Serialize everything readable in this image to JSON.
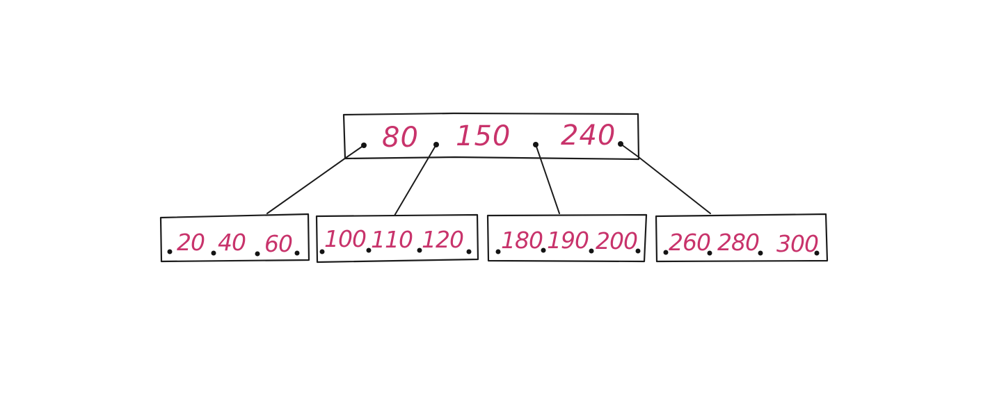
{
  "colors": {
    "key_ink": "#c8336b",
    "line_ink": "#1b1b1b"
  },
  "tree": {
    "root": {
      "keys": [
        "80",
        "150",
        "240"
      ]
    },
    "leaves": [
      {
        "keys": [
          "20",
          "40",
          "60"
        ]
      },
      {
        "keys": [
          "100",
          "110",
          "120"
        ]
      },
      {
        "keys": [
          "180",
          "190",
          "200"
        ]
      },
      {
        "keys": [
          "260",
          "280",
          "300"
        ]
      }
    ]
  }
}
